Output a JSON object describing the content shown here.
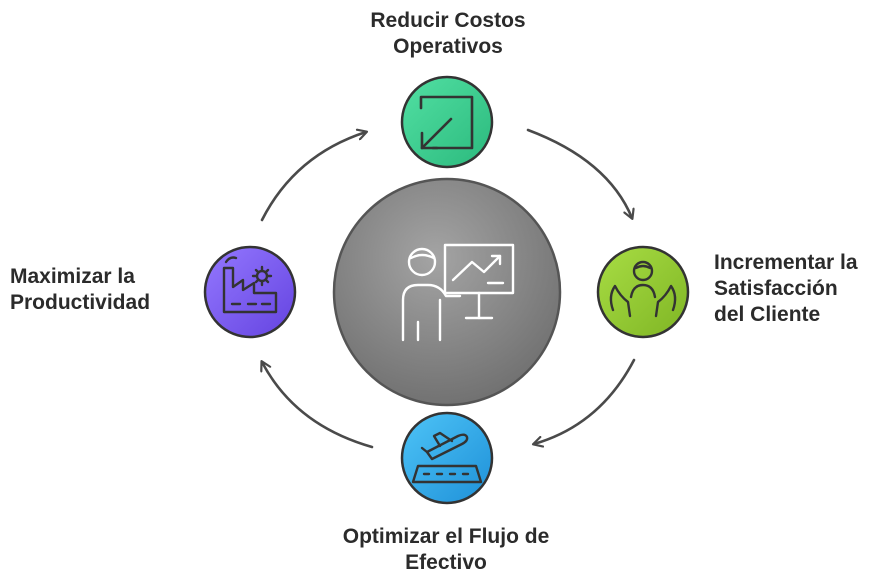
{
  "center": {
    "icon": "presenter-chart-icon",
    "color": "#8a8a8a"
  },
  "nodes": [
    {
      "id": "top",
      "lines": [
        "Reducir Costos",
        "Operativos"
      ],
      "icon": "arrow-diagonal-square-icon",
      "color": "#3cc890"
    },
    {
      "id": "right",
      "lines": [
        "Incrementar la",
        "Satisfacción",
        "del Cliente"
      ],
      "icon": "hands-person-icon",
      "color": "#8fc430"
    },
    {
      "id": "bottom",
      "lines": [
        "Optimizar el Flujo de",
        "Efectivo"
      ],
      "icon": "airplane-runway-icon",
      "color": "#2fa6e8"
    },
    {
      "id": "left",
      "lines": [
        "Maximizar la",
        "Productividad"
      ],
      "icon": "factory-gear-icon",
      "color": "#7a5cf0"
    }
  ]
}
